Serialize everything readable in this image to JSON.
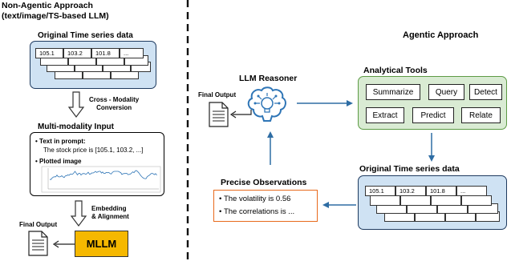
{
  "left": {
    "title_line1": "Non-Agentic Approach",
    "title_line2": "(text/image/TS-based LLM)",
    "original_ts_title": "Original Time series data",
    "ts_values": [
      "105.1",
      "103.2",
      "101.8",
      "..."
    ],
    "conversion_line1": "Cross - Modality",
    "conversion_line2": "Conversion",
    "multimodal_title": "Multi-modality Input",
    "text_in_prompt": "Text in prompt",
    "prompt_text": "The stock price is [105.1, 103.2, ...]",
    "plotted_image": "Plotted image",
    "embedding_line1": "Embedding",
    "embedding_line2": "& Alignment",
    "final_output": "Final Output",
    "mllm": "MLLM"
  },
  "right": {
    "title": "Agentic Approach",
    "tools_title": "Analytical Tools",
    "tools": [
      "Summarize",
      "Query",
      "Detect",
      "Extract",
      "Predict",
      "Relate"
    ],
    "reasoner_title": "LLM Reasoner",
    "final_output": "Final Output",
    "original_ts_title": "Original Time series data",
    "ts_values": [
      "105.1",
      "103.2",
      "101.8",
      "..."
    ],
    "observations_title": "Precise Observations",
    "observations": [
      "The volatility is 0.56",
      "The correlations is ..."
    ]
  },
  "colors": {
    "blue_fill": "#cfe2f3",
    "green_fill": "#d9ebd3",
    "mllm_fill": "#f5b800",
    "arrow_blue": "#2e6da4",
    "orange_border": "#e86a1c"
  }
}
